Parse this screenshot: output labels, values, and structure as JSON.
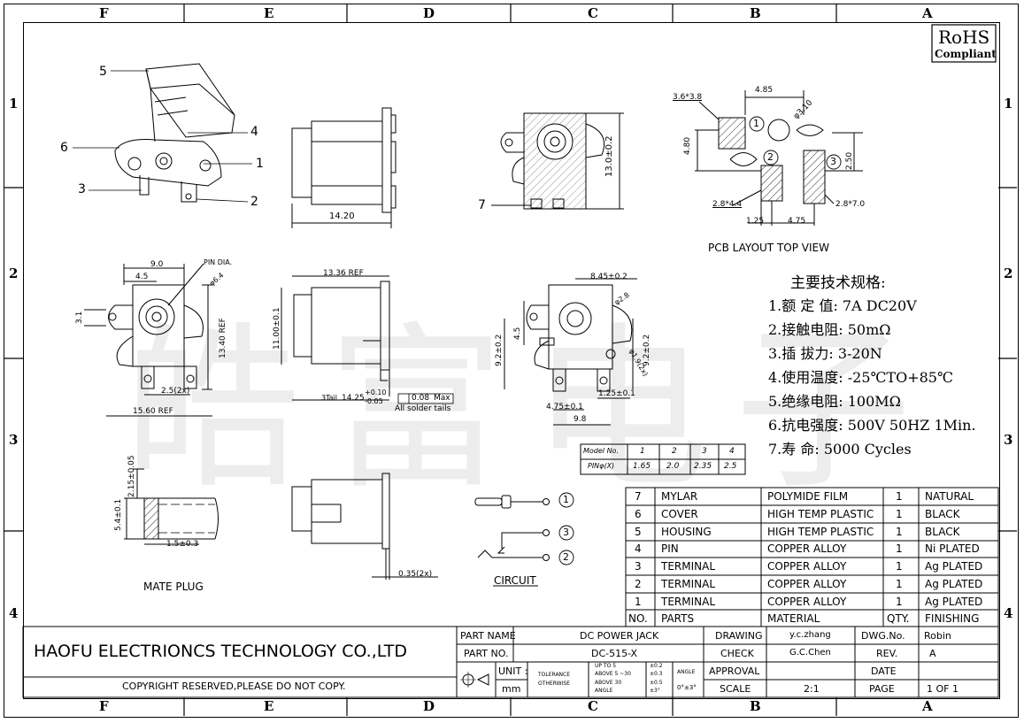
{
  "zones": {
    "cols": [
      "F",
      "E",
      "D",
      "C",
      "B",
      "A"
    ],
    "rows": [
      "1",
      "2",
      "3",
      "4"
    ]
  },
  "rohs": {
    "line1": "RoHS",
    "line2": "Compliant"
  },
  "watermark": "皓富电子",
  "views": {
    "iso_callouts": [
      "5",
      "4",
      "6",
      "1",
      "3",
      "2"
    ],
    "side_dim": "14.20",
    "front_dim_h": "13.0±0.2",
    "front_callout": "7",
    "pcb": {
      "title": "PCB LAYOUT TOP VIEW",
      "d485": "4.85",
      "d3638": "3.6*3.8",
      "d310": "φ3.10",
      "d480": "4.80",
      "d250": "2.50",
      "d2844": "2.8*4.4",
      "d2870": "2.8*7.0",
      "d125": "1.25",
      "d475": "4.75",
      "c1": "1",
      "c2": "2",
      "c3": "3"
    },
    "top": {
      "d90": "9.0",
      "d45": "4.5",
      "pin": "PIN DIA.",
      "d64": "φ6.4",
      "d31": "3.1",
      "d1340": "13.40 REF",
      "d25": "2.5(2x)",
      "d1560": "15.60 REF"
    },
    "side2": {
      "d1336": "13.36 REF",
      "d1100": "11.00±0.1",
      "tail_a": "3Tail",
      "tail_b": "14.25",
      "tail_c": "+0.10",
      "tail_d": "-0.05",
      "flat": "0.08",
      "max": "Max",
      "note": "All solder tails"
    },
    "bottom": {
      "d845": "8.45±0.2",
      "d28": "φ2.8",
      "d45": "4.5",
      "d92a": "9.2±0.2",
      "d92b": "9.2±0.2",
      "d19": "φ1.9(2x)",
      "d125": "1.25±0.1",
      "d475": "4.75±0.1",
      "d98": "9.8"
    },
    "plug": {
      "title": "MATE PLUG",
      "d215": "2.15±0.05",
      "d54": "5.4±0.1",
      "d15": "1.5±0.3"
    },
    "side3": {
      "d035": "0.35(2x)"
    },
    "circuit": {
      "title": "CIRCUIT",
      "n1": "1",
      "n2": "2",
      "n3": "3"
    }
  },
  "specs": {
    "heading": "主要技术规格:",
    "items": [
      "1.额 定 值: 7A DC20V",
      "2.接触电阻: 50mΩ",
      "3.插  拔力: 3-20N",
      "4.使用温度: -25℃TO+85℃",
      "5.绝缘电阻: 100MΩ",
      "6.抗电强度: 500V 50HZ 1Min.",
      "7.寿    命: 5000 Cycles"
    ]
  },
  "pin_table": {
    "headers": [
      "Model No.",
      "1",
      "2",
      "3",
      "4"
    ],
    "row": [
      "PINφ(X)",
      "1.65",
      "2.0",
      "2.35",
      "2.5"
    ]
  },
  "bom": {
    "rows": [
      [
        "7",
        "MYLAR",
        "POLYMIDE  FILM",
        "1",
        "NATURAL"
      ],
      [
        "6",
        "COVER",
        "HIGH  TEMP  PLASTIC",
        "1",
        "BLACK"
      ],
      [
        "5",
        "HOUSING",
        "HIGH  TEMP  PLASTIC",
        "1",
        "BLACK"
      ],
      [
        "4",
        "PIN",
        "COPPER  ALLOY",
        "1",
        "Ni  PLATED"
      ],
      [
        "3",
        "TERMINAL",
        "COPPER  ALLOY",
        "1",
        "Ag  PLATED"
      ],
      [
        "2",
        "TERMINAL",
        "COPPER  ALLOY",
        "1",
        "Ag  PLATED"
      ],
      [
        "1",
        "TERMINAL",
        "COPPER  ALLOY",
        "1",
        "Ag  PLATED"
      ]
    ],
    "headers": [
      "NO.",
      "PARTS",
      "MATERIAL",
      "QTY.",
      "FINISHING"
    ]
  },
  "title_block": {
    "company": "HAOFU  ELECTRIONCS  TECHNOLOGY  CO.,LTD",
    "copyright": "COPYRIGHT  RESERVED,PLEASE  DO  NOT  COPY.",
    "part_name_label": "PART NAME",
    "part_name": "DC  POWER  JACK",
    "part_no_label": "PART NO.",
    "part_no": "DC-515-X",
    "unit_label": "UNIT :",
    "unit": "mm",
    "tol_label": "TOLERANCE",
    "tol_label2": "OTHERWISE",
    "tol1": "UP TO 5",
    "tol1v": "±0.2",
    "tol2": "ABOVE 5 ~30",
    "tol2v": "±0.3",
    "tol3": "ABOVE 30",
    "tol3v": "±0.5",
    "tol4": "ANGLE",
    "tol4v": "±3°",
    "angle_label": "ANGLE",
    "angle_val": "0°±3°",
    "drawing_label": "DRAWING",
    "drawing": "y.c.zhang",
    "check_label": "CHECK",
    "check": "G.C.Chen",
    "approval_label": "APPROVAL",
    "approval": "",
    "scale_label": "SCALE",
    "scale": "2:1",
    "dwgno_label": "DWG.No.",
    "dwgno": "Robin",
    "rev_label": "REV.",
    "rev": "A",
    "date_label": "DATE",
    "date": "",
    "page_label": "PAGE",
    "page": "1  OF  1"
  }
}
